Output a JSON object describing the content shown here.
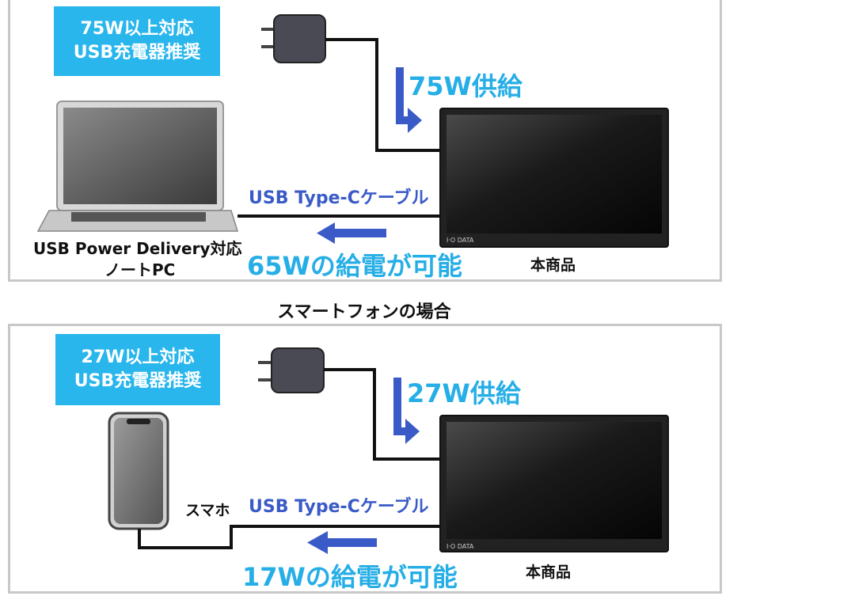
{
  "colors": {
    "badge_bg": "#29b6ec",
    "supply_text": "#26aee6",
    "cable_text": "#3a5bc7",
    "arrow": "#3a5bc7",
    "panel_border": "#c8c8c8"
  },
  "laptop_case": {
    "badge_line1": "75W以上対応",
    "badge_line2": "USB充電器推奨",
    "supply_label": "75W供給",
    "cable_label": "USB Type-Cケーブル",
    "device_label_line1": "USB Power Delivery対応",
    "device_label_line2": "ノートPC",
    "charge_label": "65Wの給電が可能",
    "monitor_label": "本商品",
    "monitor_brand": "I·O DATA"
  },
  "smartphone_case": {
    "section_title": "スマートフォンの場合",
    "badge_line1": "27W以上対応",
    "badge_line2": "USB充電器推奨",
    "supply_label": "27W供給",
    "cable_label": "USB Type-Cケーブル",
    "device_label": "スマホ",
    "charge_label": "17Wの給電が可能",
    "monitor_label": "本商品",
    "monitor_brand": "I·O DATA"
  },
  "icons": [
    "ac-adapter-icon",
    "laptop-icon",
    "smartphone-icon",
    "monitor-icon",
    "down-right-arrow-icon",
    "left-arrow-icon"
  ]
}
